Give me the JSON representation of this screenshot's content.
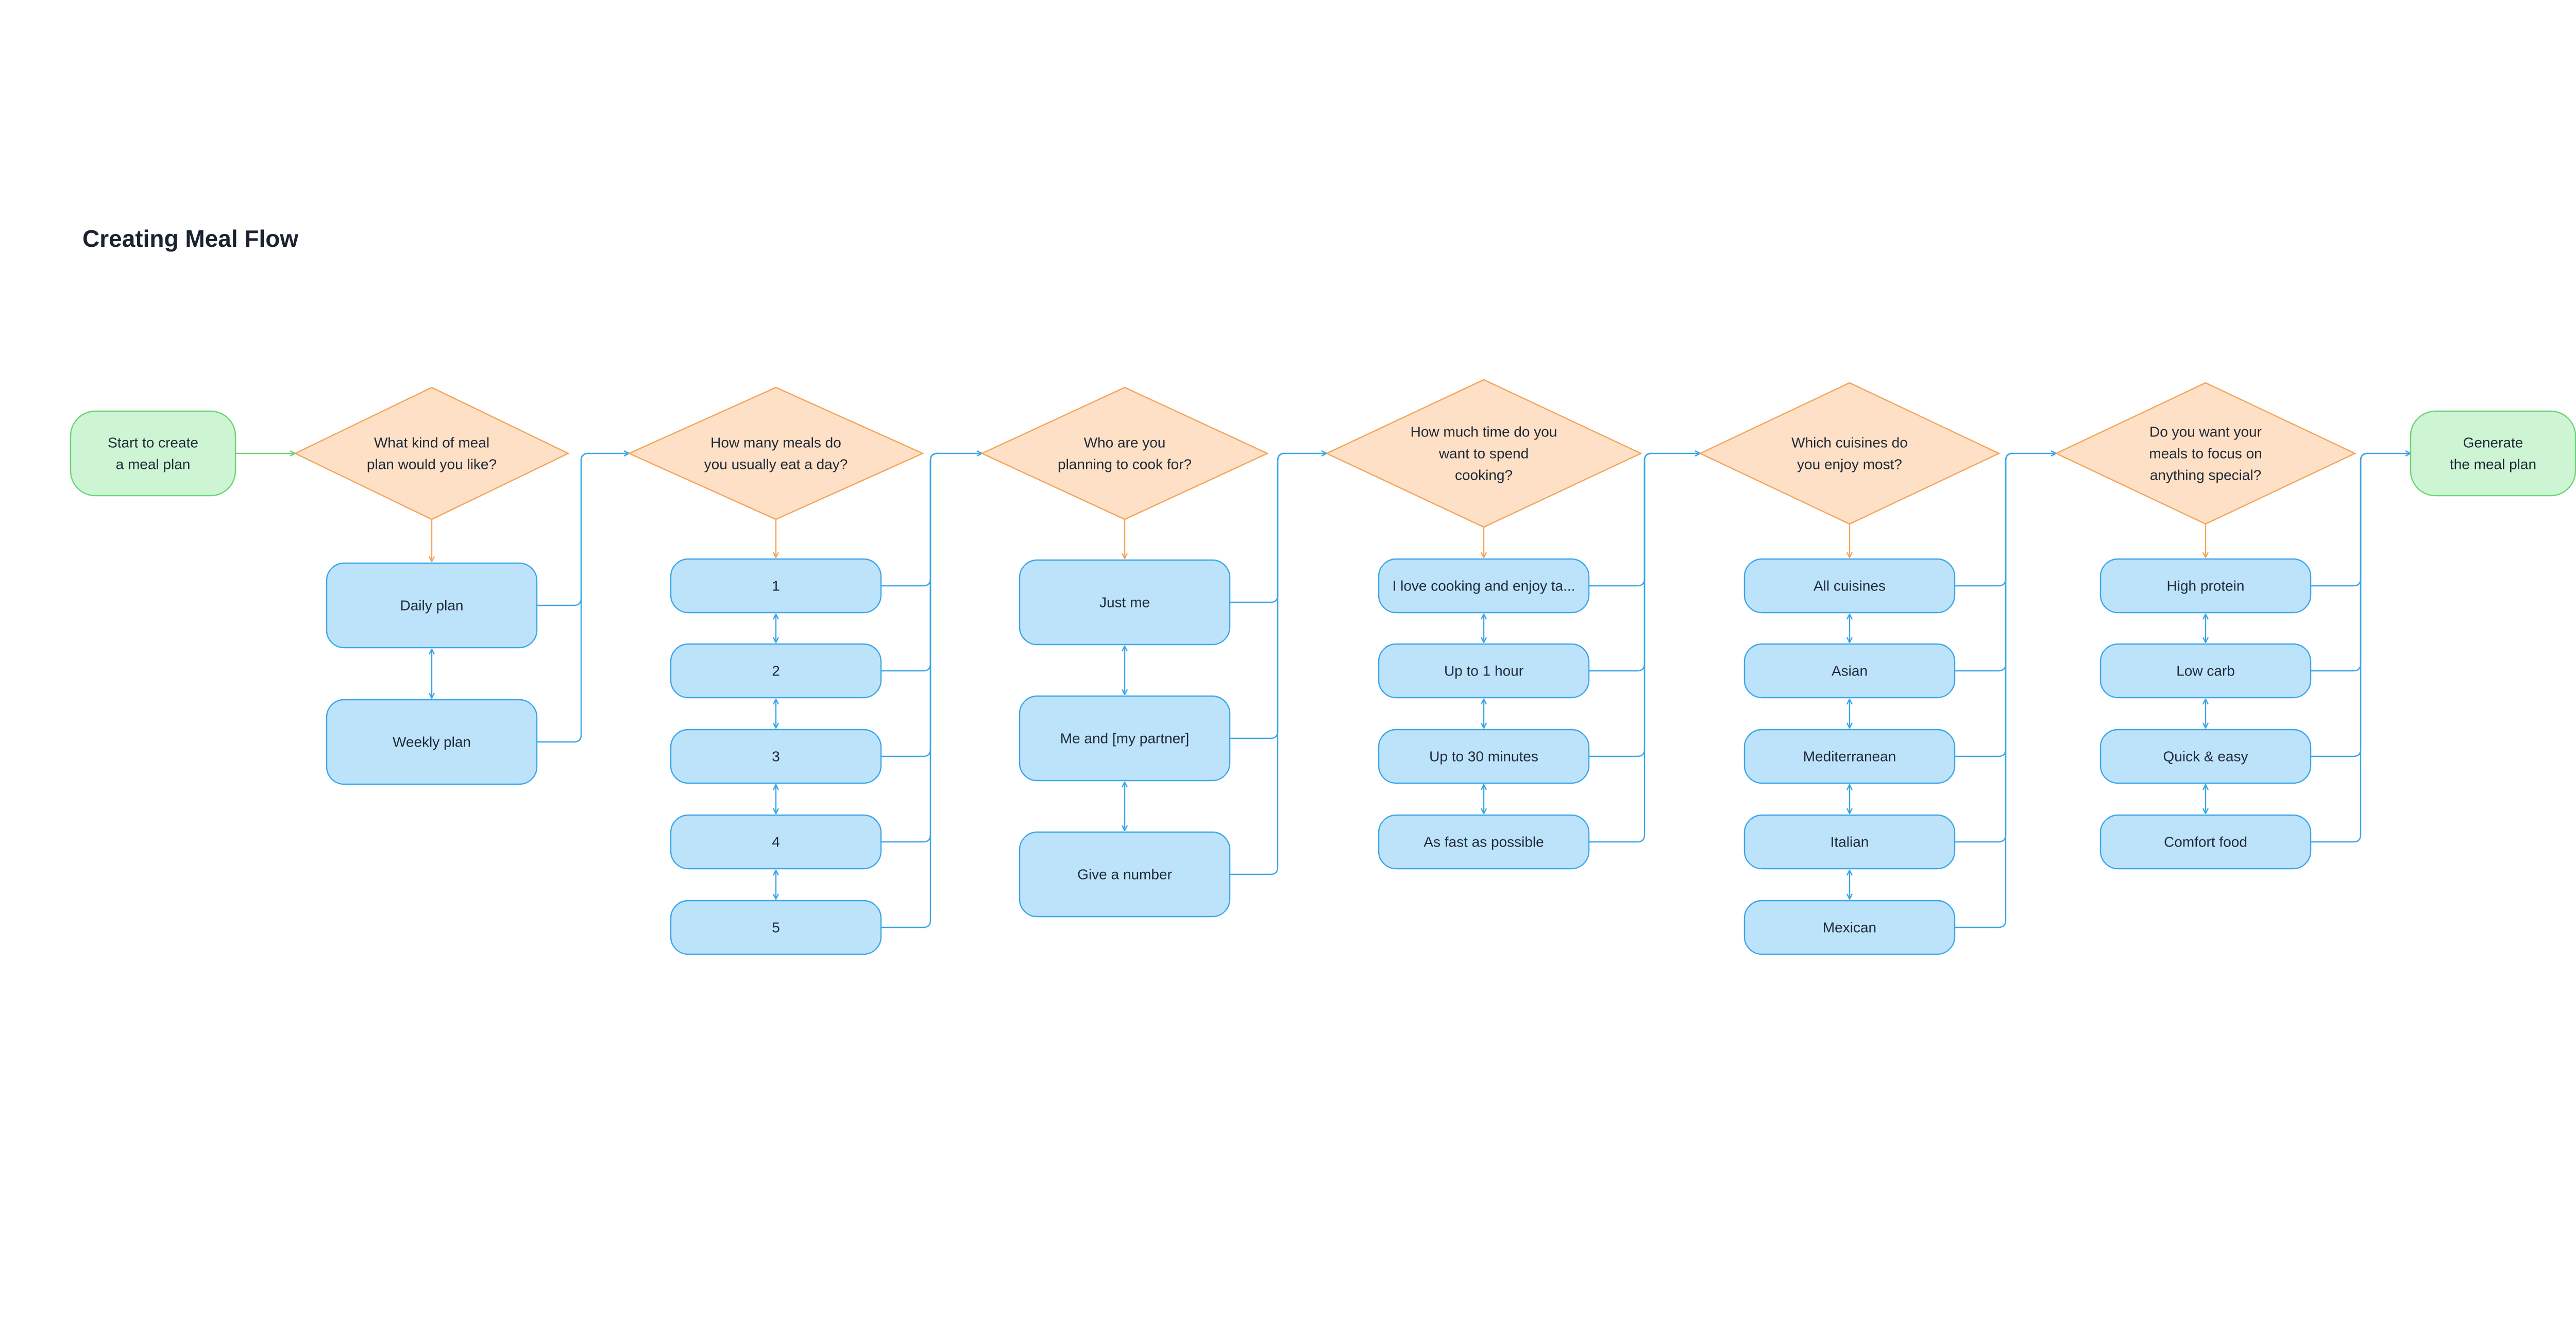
{
  "title": "Creating Meal Flow",
  "colors": {
    "terminal_fill": "#cdf5d3",
    "terminal_stroke": "#6bd277",
    "decision_fill": "#fde0c5",
    "decision_stroke": "#f4a45a",
    "option_fill": "#bde3fb",
    "option_stroke": "#3aa6e8",
    "decision_arrow": "#f4a45a",
    "connector": "#3aa6e8"
  },
  "start": {
    "lines": [
      "Start to create",
      "a meal plan"
    ]
  },
  "end": {
    "lines": [
      "Generate",
      "the meal plan"
    ]
  },
  "steps": [
    {
      "question": [
        "What kind of meal",
        "plan would you like?"
      ],
      "options": [
        "Daily plan",
        "Weekly plan"
      ]
    },
    {
      "question": [
        "How many meals do",
        "you usually eat a day?"
      ],
      "options": [
        "1",
        "2",
        "3",
        "4",
        "5"
      ]
    },
    {
      "question": [
        "Who are you",
        "planning to cook for?"
      ],
      "options": [
        "Just me",
        "Me and [my partner]",
        "Give a number"
      ]
    },
    {
      "question": [
        "How much time do you",
        "want to spend",
        "cooking?"
      ],
      "options": [
        "I love cooking and enjoy ta...",
        "Up to 1 hour",
        "Up to 30 minutes",
        "As fast as possible"
      ]
    },
    {
      "question": [
        "Which cuisines do",
        "you enjoy most?"
      ],
      "options": [
        "All cuisines",
        "Asian",
        "Mediterranean",
        "Italian",
        "Mexican"
      ]
    },
    {
      "question": [
        "Do you want your",
        "meals to focus on",
        "anything special?"
      ],
      "options": [
        "High protein",
        "Low carb",
        "Quick & easy",
        "Comfort food"
      ]
    }
  ]
}
